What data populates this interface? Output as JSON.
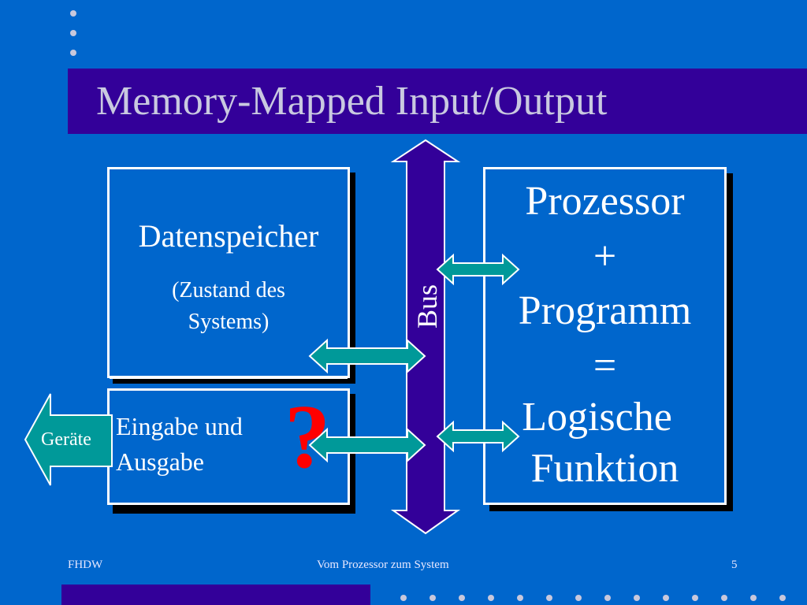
{
  "slide": {
    "title": "Memory-Mapped Input/Output",
    "left_panel": {
      "top_label": "Datenspeicher",
      "top_sublabel_line1": "(Zustand des",
      "top_sublabel_line2": "Systems)",
      "bottom_label_line1": "Eingabe und",
      "bottom_label_line2": "Ausgabe"
    },
    "question_mark": "?",
    "devices_label": "Geräte",
    "bus_label": "Bus",
    "right_panel": {
      "line1": "Prozessor",
      "line2": "+",
      "line3": "Programm",
      "line4": "=",
      "line5": "Logische",
      "line6": "Funktion"
    }
  },
  "footer": {
    "left": "FHDW",
    "center": "Vom Prozessor zum System",
    "page_number": "5"
  },
  "colors": {
    "background": "#0066cc",
    "title_bar": "#330099",
    "bus": "#330099",
    "arrows": "#009999",
    "question": "#ff0000"
  }
}
